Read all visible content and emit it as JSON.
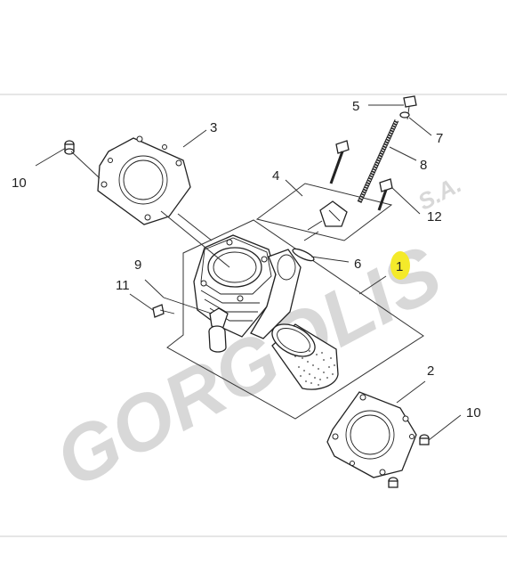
{
  "diagram": {
    "watermark": {
      "brand": "GORGOLIS",
      "suffix": "S.A."
    },
    "highlight_color": "#f4ea2a",
    "callouts": [
      {
        "id": "1",
        "text": "1",
        "highlighted": true
      },
      {
        "id": "2",
        "text": "2"
      },
      {
        "id": "3",
        "text": "3"
      },
      {
        "id": "4",
        "text": "4"
      },
      {
        "id": "5",
        "text": "5"
      },
      {
        "id": "6",
        "text": "6"
      },
      {
        "id": "7",
        "text": "7"
      },
      {
        "id": "8",
        "text": "8"
      },
      {
        "id": "9",
        "text": "9"
      },
      {
        "id": "10a",
        "text": "10"
      },
      {
        "id": "10b",
        "text": "10"
      },
      {
        "id": "11",
        "text": "11"
      },
      {
        "id": "12",
        "text": "12"
      }
    ]
  }
}
